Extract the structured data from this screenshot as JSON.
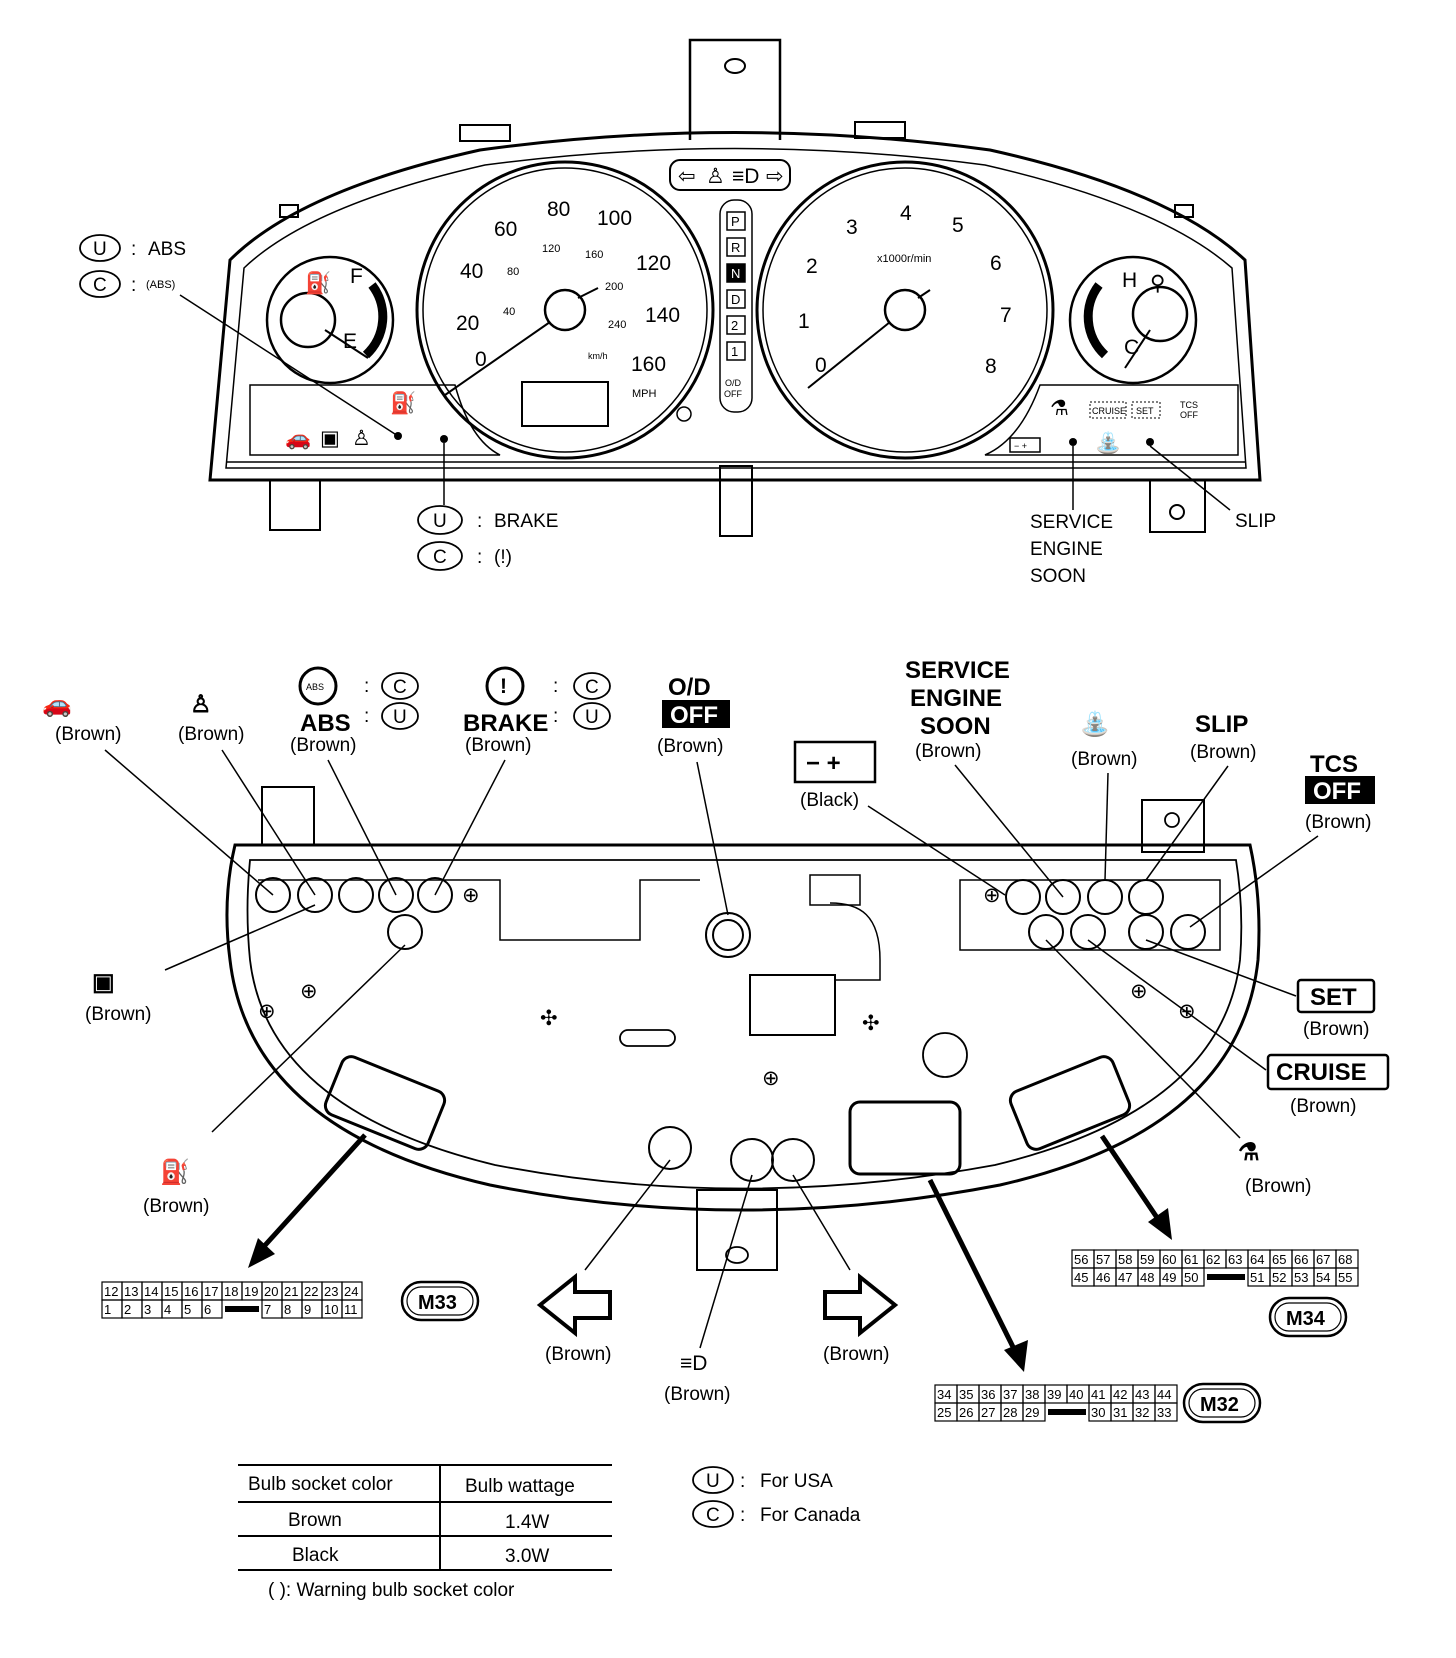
{
  "legend_top": {
    "u_abs": "ABS",
    "c_abs": "(ABS)",
    "u_brake": "BRAKE",
    "c_brake": "(!)",
    "u_mark": "U",
    "c_mark": "C",
    "colon": ":"
  },
  "cluster": {
    "speedo_ticks_mph": [
      "0",
      "20",
      "40",
      "60",
      "80",
      "100",
      "120",
      "140",
      "160"
    ],
    "speedo_ticks_kmh": [
      "40",
      "80",
      "120",
      "160",
      "200",
      "240"
    ],
    "speedo_unit_kmh": "km/h",
    "speedo_unit_mph": "MPH",
    "tacho_ticks": [
      "0",
      "1",
      "2",
      "3",
      "4",
      "5",
      "6",
      "7",
      "8"
    ],
    "tacho_unit": "x1000r/min",
    "fuel_full": "F",
    "fuel_empty": "E",
    "temp_hot": "H",
    "temp_cold": "C",
    "prnd": [
      "P",
      "R",
      "N",
      "D",
      "2",
      "1"
    ],
    "od_off": [
      "O/D",
      "OFF"
    ],
    "cruise": "CRUISE",
    "set": "SET",
    "tcs_off": [
      "TCS",
      "OFF"
    ]
  },
  "callouts": {
    "service_engine_soon": [
      "SERVICE",
      "ENGINE",
      "SOON"
    ],
    "slip": "SLIP"
  },
  "bulbs": {
    "brown": "(Brown)",
    "black": "(Black)",
    "abs_label": "ABS",
    "brake_label": "BRAKE",
    "od_off": [
      "O/D",
      "OFF"
    ],
    "service_engine_soon": [
      "SERVICE",
      "ENGINE",
      "SOON"
    ],
    "slip": "SLIP",
    "tcs_off": [
      "TCS",
      "OFF"
    ],
    "set": "SET",
    "cruise": "CRUISE"
  },
  "connectors": {
    "m33": {
      "name": "M33",
      "top": [
        "12",
        "13",
        "14",
        "15",
        "16",
        "17",
        "18",
        "19",
        "20",
        "21",
        "22",
        "23",
        "24"
      ],
      "bottom": [
        "1",
        "2",
        "3",
        "4",
        "5",
        "6",
        "",
        "7",
        "8",
        "9",
        "10",
        "11"
      ]
    },
    "m32": {
      "name": "M32",
      "top": [
        "34",
        "35",
        "36",
        "37",
        "38",
        "39",
        "40",
        "41",
        "42",
        "43",
        "44"
      ],
      "bottom": [
        "25",
        "26",
        "27",
        "28",
        "29",
        "",
        "30",
        "31",
        "32",
        "33"
      ]
    },
    "m34": {
      "name": "M34",
      "top": [
        "56",
        "57",
        "58",
        "59",
        "60",
        "61",
        "62",
        "63",
        "64",
        "65",
        "66",
        "67",
        "68"
      ],
      "bottom": [
        "45",
        "46",
        "47",
        "48",
        "49",
        "50",
        "",
        "51",
        "52",
        "53",
        "54",
        "55"
      ]
    }
  },
  "table": {
    "headers": [
      "Bulb socket color",
      "Bulb wattage"
    ],
    "rows": [
      [
        "Brown",
        "1.4W"
      ],
      [
        "Black",
        "3.0W"
      ]
    ],
    "note": "(   ): Warning bulb socket color"
  },
  "legend_bottom": {
    "u_text": "For USA",
    "c_text": "For Canada",
    "u_mark": "U",
    "c_mark": "C",
    "colon": ":"
  }
}
